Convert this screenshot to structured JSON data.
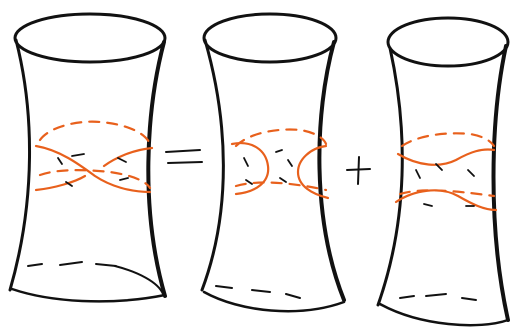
{
  "diagram": {
    "relation": [
      "=",
      "+"
    ],
    "terms": [
      "cylinder-1",
      "cylinder-2",
      "cylinder-3"
    ],
    "colors": {
      "outline": "#111111",
      "curve": "#e8601c",
      "background": "#ffffff"
    }
  }
}
